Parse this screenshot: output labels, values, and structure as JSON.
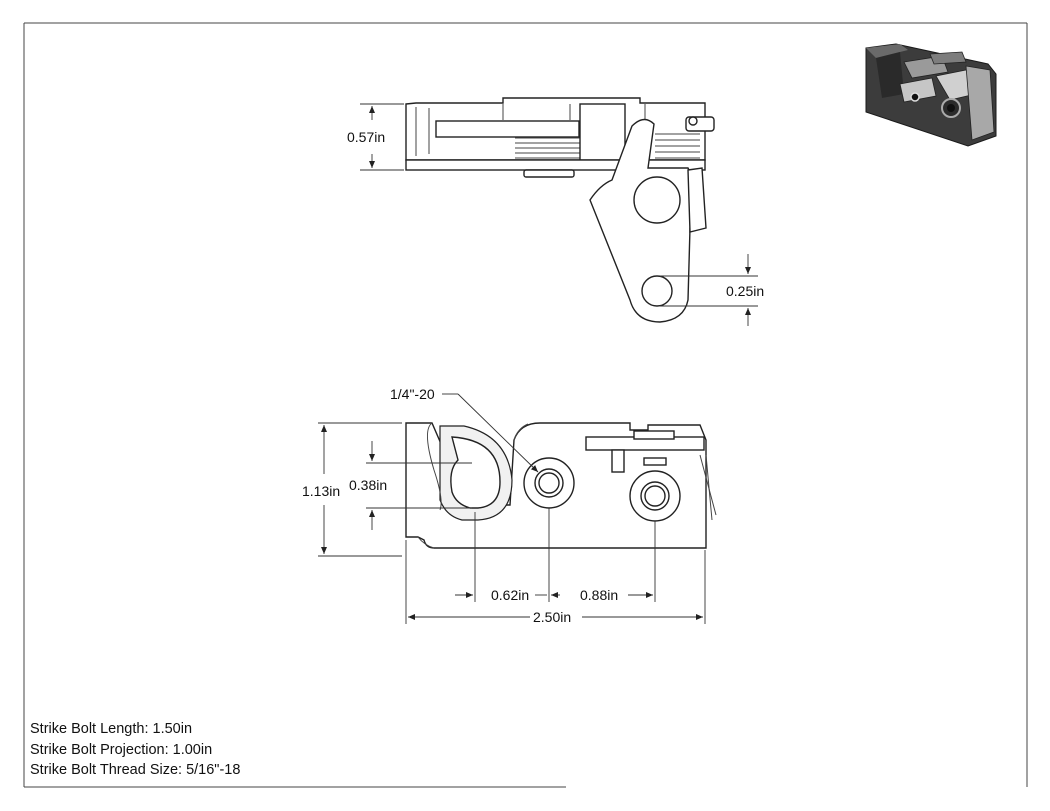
{
  "top_view": {
    "height_label": "0.57in",
    "hole_spacing_label": "0.25in"
  },
  "front_view": {
    "thread_callout": "1/4\"-20",
    "overall_height_label": "1.13in",
    "slot_height_label": "0.38in",
    "slot_to_hole_label": "0.62in",
    "hole_to_hole_label": "0.88in",
    "overall_length_label": "2.50in"
  },
  "notes": {
    "strike_bolt_length": "Strike Bolt Length: 1.50in",
    "strike_bolt_projection": "Strike Bolt Projection: 1.00in",
    "strike_bolt_thread_size": "Strike Bolt Thread Size: 5/16\"-18"
  },
  "colors": {
    "line": "#222222",
    "preview_body": "#3a3a3a",
    "preview_highlight": "#b8b8b8"
  },
  "iso_preview_icon": "latch-3d-render-thumbnail"
}
